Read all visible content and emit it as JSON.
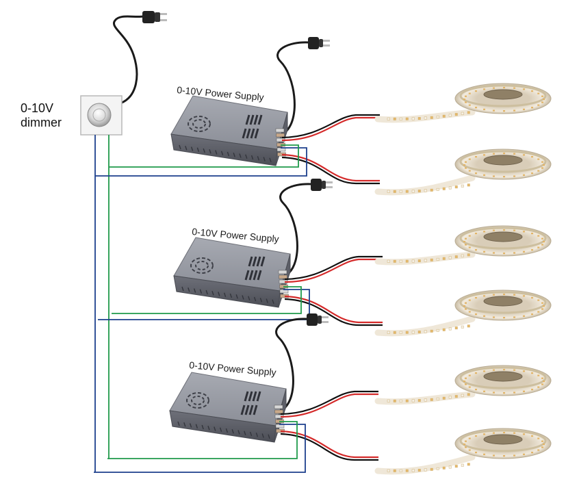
{
  "dimmer": {
    "line1": "0-10V",
    "line2": "dimmer"
  },
  "power_supplies": [
    {
      "label": "0-10V Power Supply"
    },
    {
      "label": "0-10V Power Supply"
    },
    {
      "label": "0-10V Power Supply"
    }
  ],
  "colors": {
    "dim_green_wire": "#1f9a4a",
    "dim_blue_wire": "#1c3f8c",
    "positive_wire": "#d42a2a",
    "negative_wire": "#111111",
    "power_cord": "#1a1a1a",
    "psu_body": "#8d9099",
    "led_strip": "#efe7d8"
  }
}
